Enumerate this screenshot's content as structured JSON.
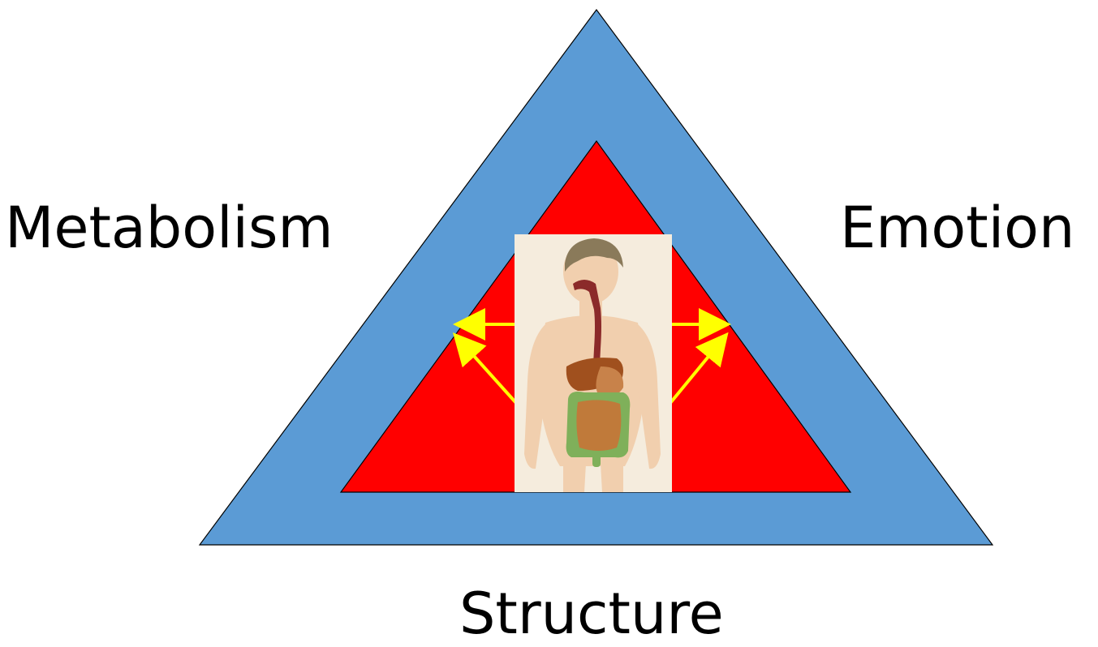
{
  "labels": {
    "metabolism": "Metabolism",
    "emotion": "Emotion",
    "structure": "Structure"
  },
  "colors": {
    "outer_triangle": "#5b9bd5",
    "inner_triangle": "#ff0000",
    "arrows": "#ffff00",
    "figure_background": "#f5ecdd",
    "skin": "#f1cfae",
    "hair": "#8a7a5a",
    "esophagus": "#8b2a2a",
    "liver": "#a0501e",
    "stomach": "#c8824a",
    "small_intestine": "#c07a3a",
    "large_intestine": "#7fb05a"
  },
  "image": {
    "subject": "human-digestive-system-illustration"
  }
}
